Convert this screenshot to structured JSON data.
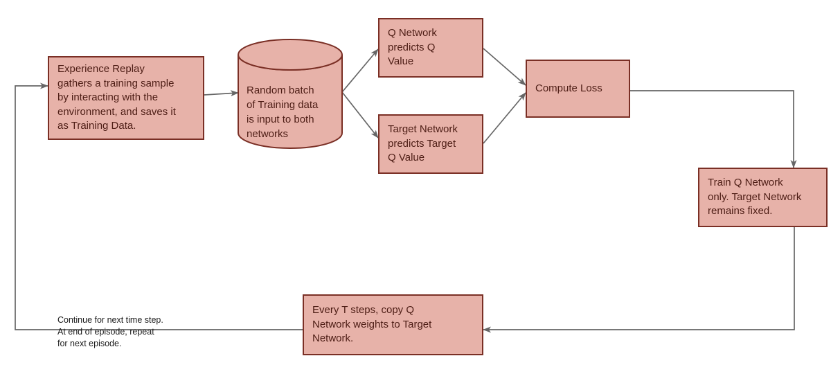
{
  "diagram": {
    "type": "flowchart",
    "topic": "DQN training loop with Experience Replay and Target Network",
    "nodes": {
      "experience_replay": {
        "shape": "rectangle",
        "text": [
          "Experience Replay",
          "gathers a training sample",
          "by interacting with the",
          "environment, and saves it",
          "as Training Data."
        ]
      },
      "training_data_store": {
        "shape": "cylinder",
        "text": [
          "Random batch",
          "of Training data",
          "is input to both",
          "networks"
        ]
      },
      "q_network": {
        "shape": "rectangle",
        "text": [
          "Q Network",
          "predicts Q",
          "Value"
        ]
      },
      "target_network": {
        "shape": "rectangle",
        "text": [
          "Target Network",
          "predicts Target",
          "Q Value"
        ]
      },
      "compute_loss": {
        "shape": "rectangle",
        "text": [
          "Compute Loss"
        ]
      },
      "train_q_network": {
        "shape": "rectangle",
        "text": [
          "Train Q Network",
          "only. Target Network",
          "remains fixed."
        ]
      },
      "copy_weights": {
        "shape": "rectangle",
        "text": [
          "Every T steps, copy Q",
          "Network weights to Target",
          "Network."
        ]
      }
    },
    "note": [
      "Continue for next time step.",
      "At end of episode, repeat",
      "for next episode."
    ],
    "edges": [
      "loop-note -> experience_replay",
      "experience_replay -> training_data_store",
      "training_data_store -> q_network",
      "training_data_store -> target_network",
      "q_network -> compute_loss",
      "target_network -> compute_loss",
      "compute_loss -> train_q_network",
      "train_q_network -> copy_weights",
      "copy_weights -> experience_replay (loop)"
    ],
    "colors": {
      "node_fill": "#e7b2a9",
      "node_border": "#7a2f25",
      "node_text": "#4d1d15",
      "arrow": "#666666",
      "note_text": "#1a1a1a",
      "background": "#ffffff"
    }
  }
}
